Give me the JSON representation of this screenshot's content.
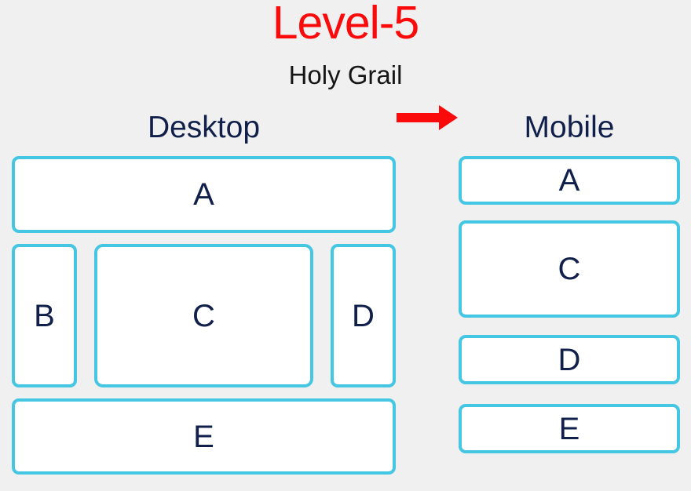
{
  "header": {
    "title": "Level-5",
    "subtitle": "Holy Grail",
    "title_color": "#FA0A0A",
    "subtitle_color": "#161616"
  },
  "colors": {
    "background": "#F0F0F0",
    "box_border": "#45C6E2",
    "box_fill": "#FFFFFF",
    "label_navy": "#11204A",
    "arrow_red": "#FA0A0A"
  },
  "transition": {
    "arrow_icon": "arrow-right-icon",
    "direction": "right"
  },
  "columns": [
    {
      "key": "desktop",
      "heading": "Desktop",
      "regions": [
        {
          "id": "a",
          "label": "A",
          "row": 1,
          "span": "full"
        },
        {
          "id": "b",
          "label": "B",
          "row": 2,
          "span": "left-rail"
        },
        {
          "id": "c",
          "label": "C",
          "row": 2,
          "span": "center"
        },
        {
          "id": "d",
          "label": "D",
          "row": 2,
          "span": "right-rail"
        },
        {
          "id": "e",
          "label": "E",
          "row": 3,
          "span": "full"
        }
      ]
    },
    {
      "key": "mobile",
      "heading": "Mobile",
      "regions": [
        {
          "id": "a",
          "label": "A",
          "row": 1,
          "span": "full"
        },
        {
          "id": "c",
          "label": "C",
          "row": 2,
          "span": "full"
        },
        {
          "id": "d",
          "label": "D",
          "row": 3,
          "span": "full"
        },
        {
          "id": "e",
          "label": "E",
          "row": 4,
          "span": "full"
        }
      ]
    }
  ]
}
